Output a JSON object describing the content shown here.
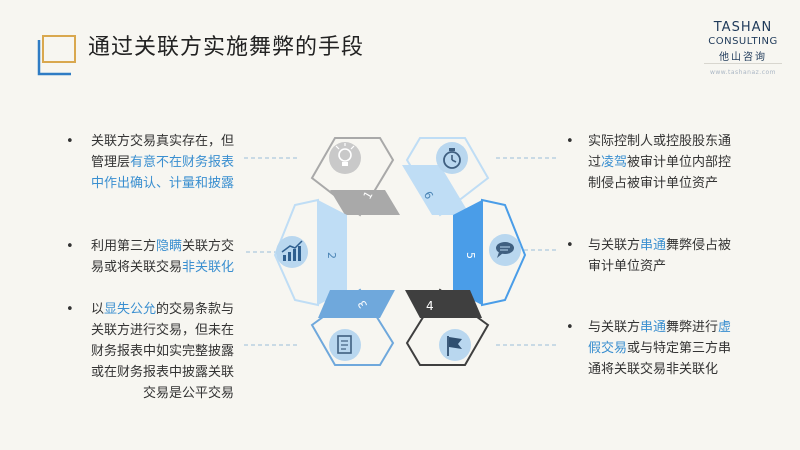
{
  "title": "通过关联方实施舞弊的手段",
  "brand": {
    "name": "TASHAN",
    "sub": "CONSULTING",
    "cn": "他山咨询",
    "url": "www.tashanaz.com"
  },
  "colors": {
    "accent": "#3a8fd0",
    "gray": "#a9a9a9",
    "dark": "#3f3f3f",
    "light_blue": "#bfddf5",
    "mid_blue": "#6fa8dc",
    "bright_blue": "#4a9de8"
  },
  "left_items": [
    {
      "lines": [
        [
          {
            "t": "关联方交易真实存在，但"
          }
        ],
        [
          {
            "t": "管理层"
          },
          {
            "t": "有意不在财务报表",
            "hl": true
          }
        ],
        [
          {
            "t": "中作出确认、计量和披露",
            "hl": true
          }
        ]
      ]
    },
    {
      "lines": [
        [
          {
            "t": "利用第三方"
          },
          {
            "t": "隐瞒",
            "hl": true
          },
          {
            "t": "关联方交"
          }
        ],
        [
          {
            "t": "易或将关联交易"
          },
          {
            "t": "非关联化",
            "hl": true
          }
        ]
      ]
    },
    {
      "lines": [
        [
          {
            "t": "以"
          },
          {
            "t": "显失公允",
            "hl": true
          },
          {
            "t": "的交易条款与"
          }
        ],
        [
          {
            "t": "关联方进行交易，但未在"
          }
        ],
        [
          {
            "t": "财务报表中如实完整披露"
          }
        ],
        [
          {
            "t": "或在财务报表中披露关联"
          }
        ],
        [
          {
            "t": "交易是公平交易"
          }
        ]
      ]
    }
  ],
  "right_items": [
    {
      "lines": [
        [
          {
            "t": "实际控制人或控股股东通"
          }
        ],
        [
          {
            "t": "过"
          },
          {
            "t": "凌驾",
            "hl": true
          },
          {
            "t": "被审计单位内部控"
          }
        ],
        [
          {
            "t": "制侵占被审计单位资产"
          }
        ]
      ]
    },
    {
      "lines": [
        [
          {
            "t": "与关联方"
          },
          {
            "t": "串通",
            "hl": true
          },
          {
            "t": "舞弊侵占被"
          }
        ],
        [
          {
            "t": "审计单位资产"
          }
        ]
      ]
    },
    {
      "lines": [
        [
          {
            "t": "与关联方"
          },
          {
            "t": "串通",
            "hl": true
          },
          {
            "t": "舞弊进行"
          },
          {
            "t": "虚",
            "hl": true
          }
        ],
        [
          {
            "t": "假交易",
            "hl": true
          },
          {
            "t": "或与特定第三方串"
          }
        ],
        [
          {
            "t": "通将关联交易非关联化"
          }
        ]
      ]
    }
  ],
  "segments": [
    {
      "number": "1",
      "icon": "lightbulb-icon"
    },
    {
      "number": "2",
      "icon": "growth-chart-icon"
    },
    {
      "number": "3",
      "icon": "document-icon"
    },
    {
      "number": "4",
      "icon": "flag-icon"
    },
    {
      "number": "5",
      "icon": "chat-bubble-icon"
    },
    {
      "number": "6",
      "icon": "stopwatch-icon"
    }
  ]
}
